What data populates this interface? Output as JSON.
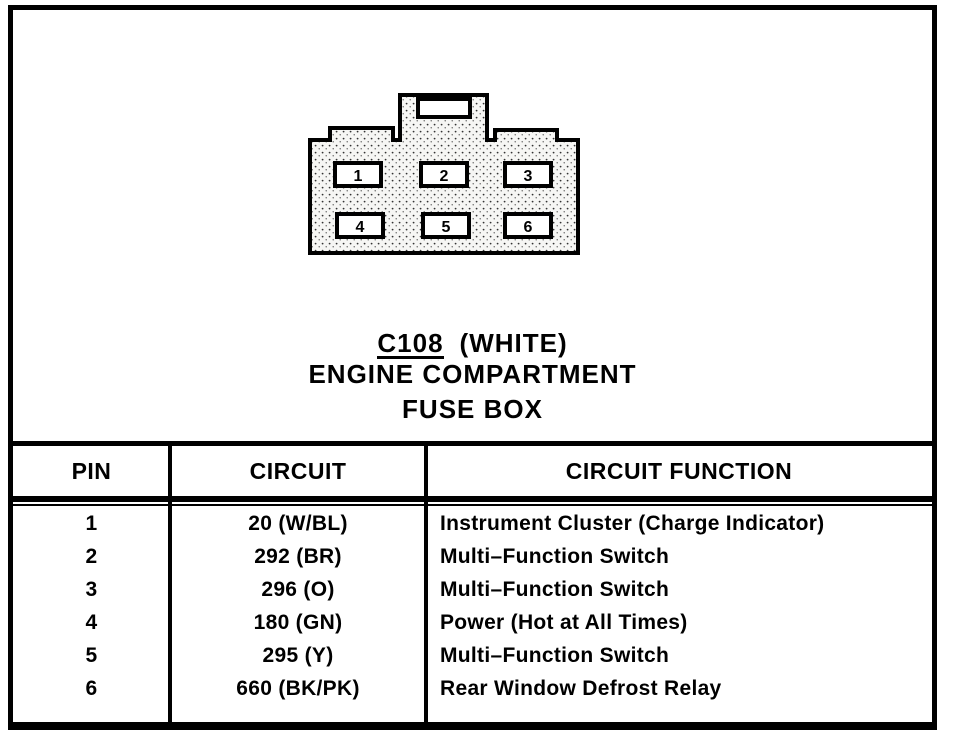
{
  "page": {
    "connector": {
      "pins": [
        "1",
        "2",
        "3",
        "4",
        "5",
        "6"
      ]
    },
    "title": {
      "connector_id": "C108",
      "color": "(WHITE)",
      "line2": "ENGINE COMPARTMENT",
      "line3": "FUSE BOX"
    },
    "table": {
      "headers": [
        "PIN",
        "CIRCUIT",
        "CIRCUIT FUNCTION"
      ],
      "rows": [
        {
          "pin": "1",
          "circuit": "20 (W/BL)",
          "function": "Instrument Cluster (Charge Indicator)"
        },
        {
          "pin": "2",
          "circuit": "292 (BR)",
          "function": "Multi–Function Switch"
        },
        {
          "pin": "3",
          "circuit": "296 (O)",
          "function": "Multi–Function Switch"
        },
        {
          "pin": "4",
          "circuit": "180 (GN)",
          "function": "Power (Hot at All Times)"
        },
        {
          "pin": "5",
          "circuit": "295 (Y)",
          "function": "Multi–Function Switch"
        },
        {
          "pin": "6",
          "circuit": "660 (BK/PK)",
          "function": "Rear Window Defrost Relay"
        }
      ]
    },
    "colors": {
      "ink": "#000000",
      "paper": "#ffffff"
    }
  }
}
